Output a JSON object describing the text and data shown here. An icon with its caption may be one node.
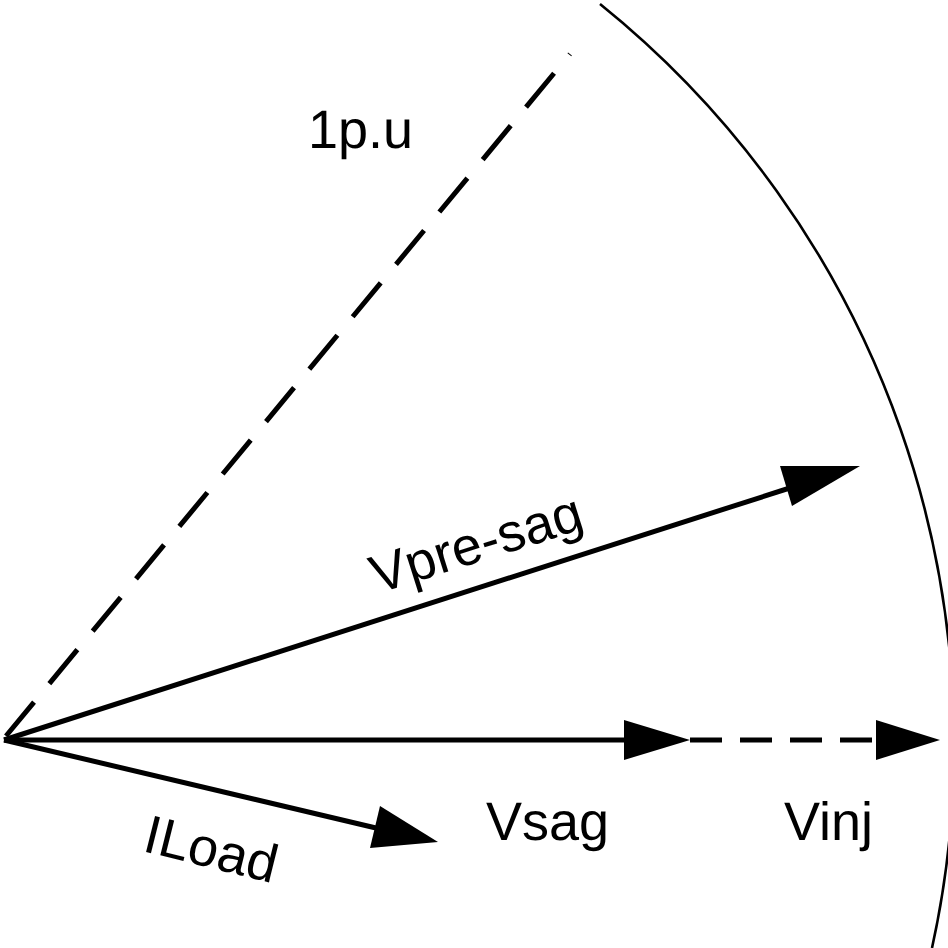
{
  "diagram": {
    "labels": [
      "1p.u",
      "Vpre-sag",
      "Vsag",
      "Vinj",
      "ILoad"
    ]
  }
}
